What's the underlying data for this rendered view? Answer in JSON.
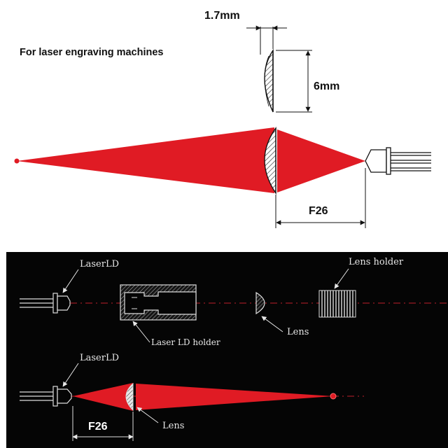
{
  "top_panel": {
    "caption": "For laser engraving machines",
    "thickness_label": "1.7mm",
    "diameter_label": "6mm",
    "focal_label": "F26"
  },
  "bottom_panel": {
    "label_laser_ld_1": "LaserLD",
    "label_lens_holder": "Lens holder",
    "label_lens_1": "Lens",
    "label_ld_holder": "Laser LD holder",
    "label_laser_ld_2": "LaserLD",
    "label_focal": "F26",
    "label_lens_2": "Lens"
  },
  "colors": {
    "beam_red": "#e01b24",
    "dark_bg": "#050505",
    "line_light": "#d8d8d8",
    "dim_line": "#111111"
  }
}
